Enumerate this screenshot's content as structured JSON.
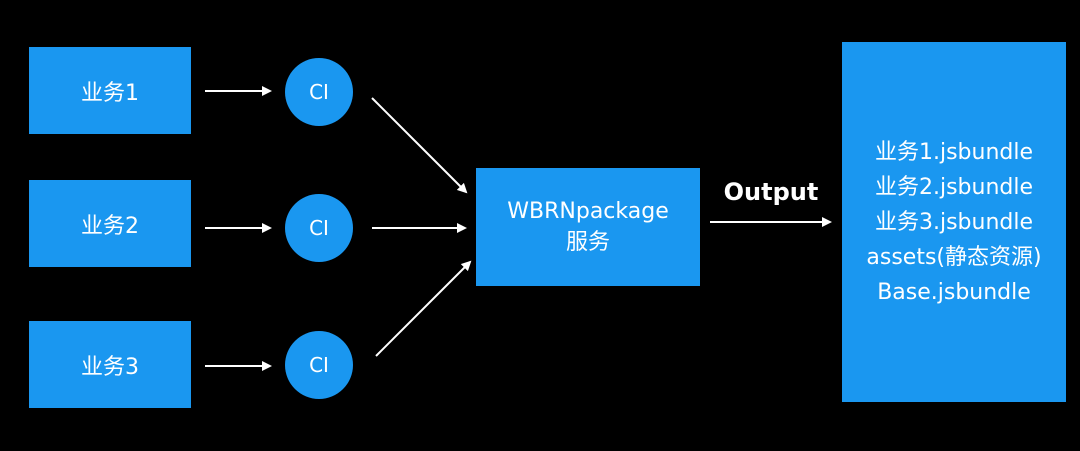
{
  "business": [
    {
      "label": "业务1",
      "ci": "CI"
    },
    {
      "label": "业务2",
      "ci": "CI"
    },
    {
      "label": "业务3",
      "ci": "CI"
    }
  ],
  "service": {
    "line1": "WBRNpackage",
    "line2": "服务"
  },
  "output_label": "Output",
  "output_files": [
    "业务1.jsbundle",
    "业务2.jsbundle",
    "业务3.jsbundle",
    "assets(静态资源)",
    "Base.jsbundle"
  ],
  "colors": {
    "box": "#1a97f0",
    "background": "#000000",
    "arrow": "#ffffff"
  }
}
